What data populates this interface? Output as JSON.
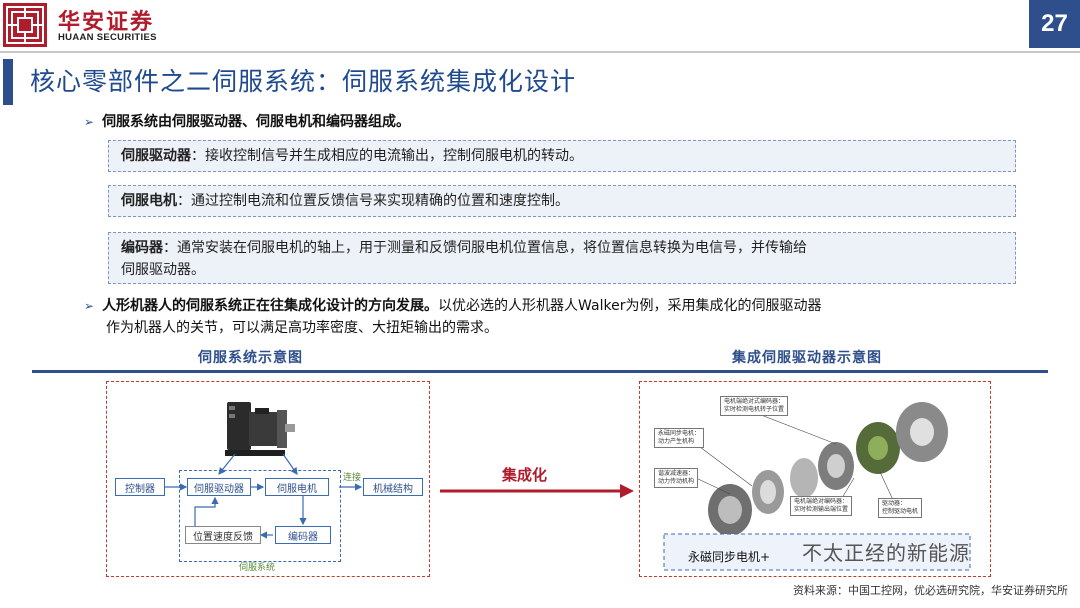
{
  "header": {
    "logo_cn": "华安证券",
    "logo_en": "HUAAN SECURITIES",
    "page_number": "27",
    "brand_color": "#b01c2b",
    "accent_color": "#2e4f8c"
  },
  "title": "核心零部件之二伺服系统：伺服系统集成化设计",
  "bullet1": "伺服系统由伺服驱动器、伺服电机和编码器组成。",
  "boxes": [
    {
      "key": "伺服驱动器",
      "text": "：接收控制信号并生成相应的电流输出，控制伺服电机的转动。"
    },
    {
      "key": "伺服电机",
      "text": "：通过控制电流和位置反馈信号来实现精确的位置和速度控制。"
    },
    {
      "key": "编码器",
      "text": "：通常安装在伺服电机的轴上，用于测量和反馈伺服电机位置信息，将位置信息转换为电信号，并传输给",
      "text2": "伺服驱动器。"
    }
  ],
  "bullet2": {
    "bold": "人形机器人的伺服系统正在往集成化设计的方向发展。",
    "rest": "以优必选的人形机器人Walker为例，采用集成化的伺服驱动器",
    "line2": "作为机器人的关节，可以满足高功率密度、大扭矩输出的需求。"
  },
  "left_section_title": "伺服系统示意图",
  "right_section_title": "集成伺服驱动器示意图",
  "diagram": {
    "controller": "控制器",
    "driver": "伺服驱动器",
    "motor": "伺服电机",
    "mechanism": "机械结构",
    "encoder": "编码器",
    "feedback": "位置速度反馈",
    "connect": "连接",
    "system": "伺服系统"
  },
  "integration_label": "集成化",
  "callouts": [
    {
      "l1": "电机端绝对式编码器：",
      "l2": "实时检测电机转子位置"
    },
    {
      "l1": "永磁同步电机：",
      "l2": "动力产生机构"
    },
    {
      "l1": "谐波减速器：",
      "l2": "动力传动机构"
    },
    {
      "l1": "电机端绝对编码器：",
      "l2": "实时检测输出端位置"
    },
    {
      "l1": "驱动器：",
      "l2": "控制驱动电机"
    }
  ],
  "bottom_caption": "永磁同步电机+",
  "watermark": "不太正经的新能源",
  "source": "资料来源：中国工控网，优必选研究院，华安证券研究所"
}
